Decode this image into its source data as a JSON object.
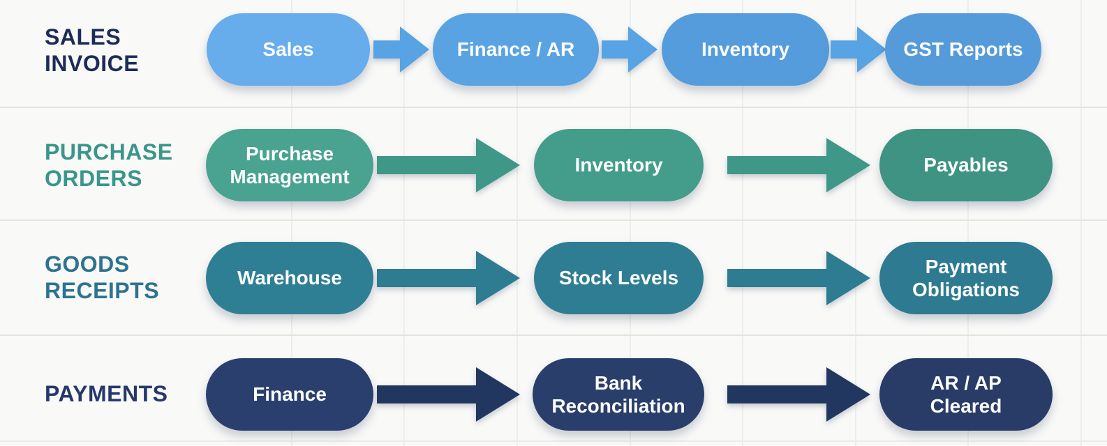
{
  "diagram": {
    "background_color": "#f9f9f8",
    "gridline_color": "#ededeb",
    "node_text_color": "#fbfdfe"
  },
  "rows": [
    {
      "label": "SALES\nINVOICE",
      "label_color": "#1d2c57",
      "arrow_color": "#57a3e3",
      "nodes": [
        {
          "label": "Sales",
          "color": "#67adeb"
        },
        {
          "label": "Finance / AR",
          "color": "#5aa3e2"
        },
        {
          "label": "Inventory",
          "color": "#559cdc"
        },
        {
          "label": "GST Reports",
          "color": "#559bda"
        }
      ]
    },
    {
      "label": "PURCHASE\nORDERS",
      "label_color": "#3a968a",
      "arrow_color": "#3f9787",
      "nodes": [
        {
          "label": "Purchase\nManagement",
          "color": "#4aa291"
        },
        {
          "label": "Inventory",
          "color": "#449c8b"
        },
        {
          "label": "Payables",
          "color": "#3e9383"
        }
      ]
    },
    {
      "label": "GOODS\nRECEIPTS",
      "label_color": "#2d7391",
      "arrow_color": "#2d7c92",
      "nodes": [
        {
          "label": "Warehouse",
          "color": "#2f7f94"
        },
        {
          "label": "Stock Levels",
          "color": "#2e7d92"
        },
        {
          "label": "Payment\nObligations",
          "color": "#2e7a90"
        }
      ]
    },
    {
      "label": "PAYMENTS",
      "label_color": "#27386b",
      "arrow_color": "#223760",
      "nodes": [
        {
          "label": "Finance",
          "color": "#2b3f6e"
        },
        {
          "label": "Bank\nReconciliation",
          "color": "#2a3e6b"
        },
        {
          "label": "AR / AP\nCleared",
          "color": "#293c68"
        }
      ]
    }
  ]
}
